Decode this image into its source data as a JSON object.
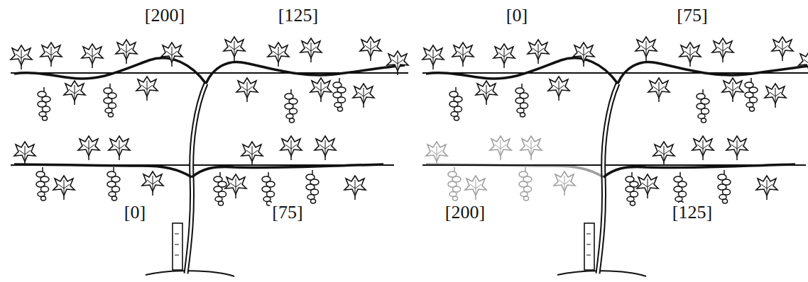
{
  "diagram": {
    "labels": [
      "[200]",
      "[125]",
      "[0]",
      "[75]",
      "[0]",
      "[75]",
      "[200]",
      "[125]"
    ]
  }
}
